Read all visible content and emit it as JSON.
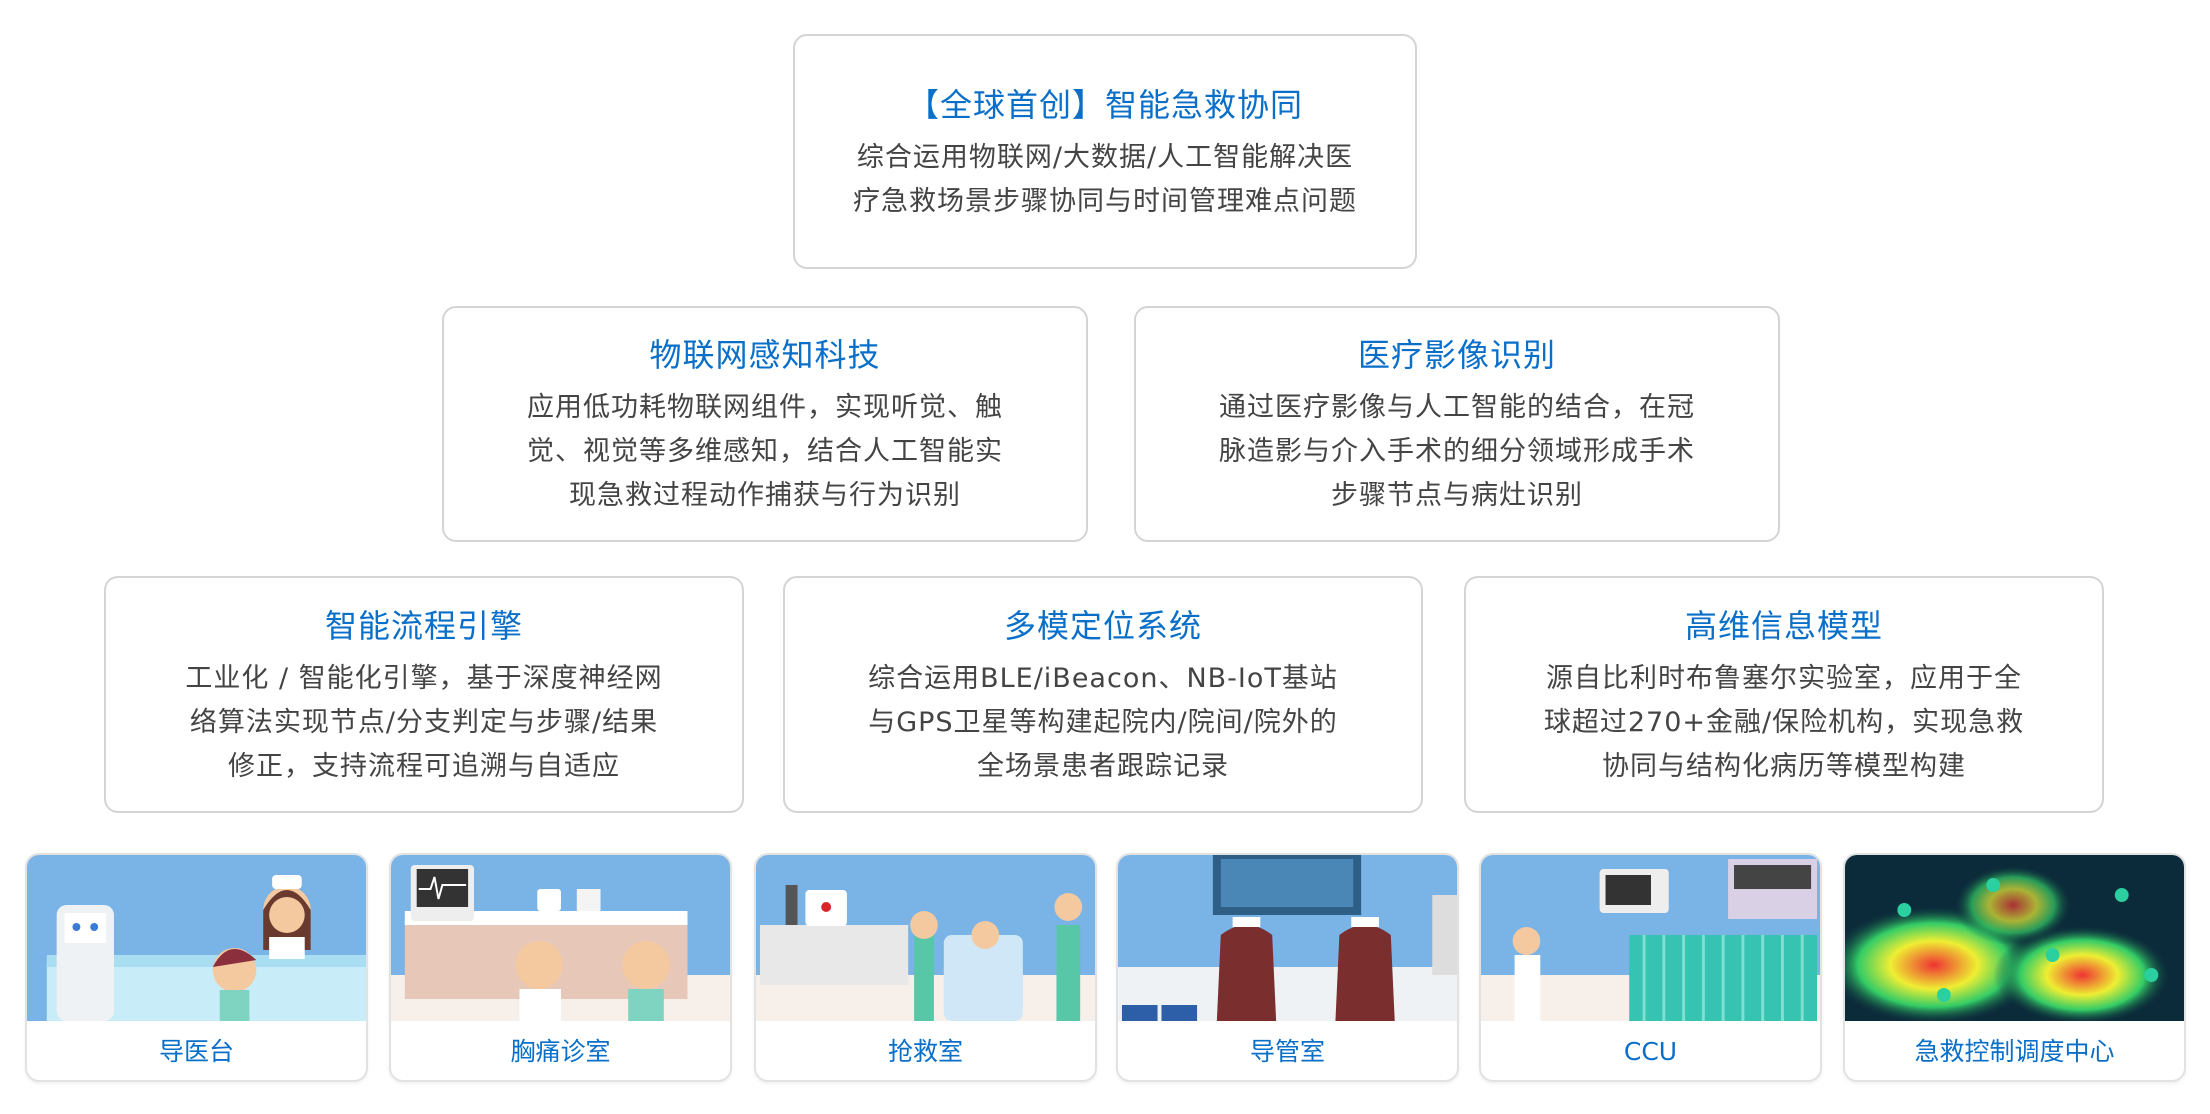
{
  "top": {
    "title": "【全球首创】智能急救协同",
    "lines": [
      "综合运用物联网/大数据/人工智能解决医",
      "疗急救场景步骤协同与时间管理难点问题"
    ]
  },
  "features": [
    {
      "title": "物联网感知科技",
      "lines": [
        "应用低功耗物联网组件，实现听觉、触",
        "觉、视觉等多维感知，结合人工智能实",
        "现急救过程动作捕获与行为识别"
      ]
    },
    {
      "title": "医疗影像识别",
      "lines": [
        "通过医疗影像与人工智能的结合，在冠",
        "脉造影与介入手术的细分领域形成手术",
        "步骤节点与病灶识别"
      ]
    },
    {
      "title": "智能流程引擎",
      "lines": [
        "工业化 / 智能化引擎，基于深度神经网",
        "络算法实现节点/分支判定与步骤/结果",
        "修正，支持流程可追溯与自适应"
      ]
    },
    {
      "title": "多模定位系统",
      "lines": [
        "综合运用BLE/iBeacon、NB-IoT基站",
        "与GPS卫星等构建起院内/院间/院外的",
        "全场景患者跟踪记录"
      ]
    },
    {
      "title": "高维信息模型",
      "lines": [
        "源自比利时布鲁塞尔实验室，应用于全",
        "球超过270+金融/保险机构，实现急救",
        "协同与结构化病历等模型构建"
      ]
    }
  ],
  "scenes": [
    {
      "label": "导医台"
    },
    {
      "label": "胸痛诊室"
    },
    {
      "label": "抢救室"
    },
    {
      "label": "导管室"
    },
    {
      "label": "CCU"
    },
    {
      "label": "急救控制调度中心"
    }
  ],
  "colors": {
    "accent": "#0a6fc9",
    "sky": "#7ab3e6"
  }
}
